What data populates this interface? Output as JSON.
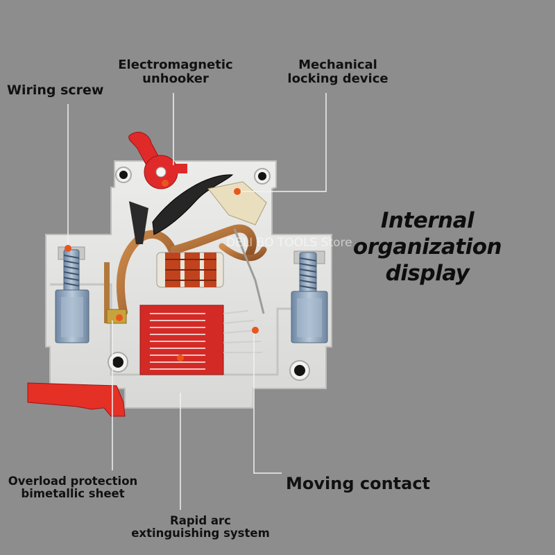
{
  "heading": {
    "line1": "Internal organization",
    "line2": "display"
  },
  "labels": {
    "wiring_screw": "Wiring screw",
    "electromagnetic_line1": "Electromagnetic",
    "electromagnetic_line2": "unhooker",
    "mechanical_line1": "Mechanical",
    "mechanical_line2": "locking device",
    "overload_line1": "Overload protection",
    "overload_line2": "bimetallic sheet",
    "moving_contact": "Moving contact",
    "arc_line1": "Rapid arc",
    "arc_line2": "extinguishing system"
  },
  "watermark": "DELI BO TOOLS Store",
  "colors": {
    "background": "#8d8d8d",
    "housing": "#e4e4e2",
    "housing_edge": "#c9c9c7",
    "handle_red": "#e02a2a",
    "arc_chute_red": "#d42a26",
    "copper": "#b8733c",
    "zinc": "#8ea4bd",
    "leader_line": "#f3f3f3",
    "marker_dot": "#e8561e"
  },
  "icons": {
    "handle": "red-lever-handle",
    "screw": "terminal-screw",
    "coil": "solenoid-coil",
    "arc_chute": "arc-chute-plates",
    "din_clip": "red-din-clip"
  }
}
